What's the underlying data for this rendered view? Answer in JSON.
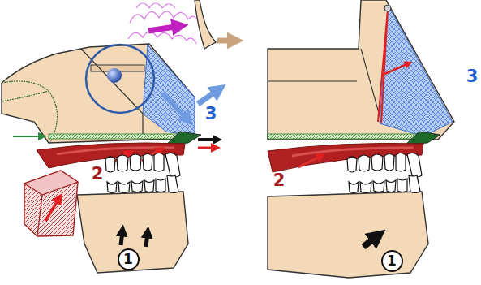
{
  "diagram": {
    "nodes": [
      {
        "text": [
          "1"
        ]
      },
      {
        "text": [
          "1"
        ]
      }
    ],
    "labels": [
      "3",
      "2",
      "3",
      "2"
    ]
  }
}
